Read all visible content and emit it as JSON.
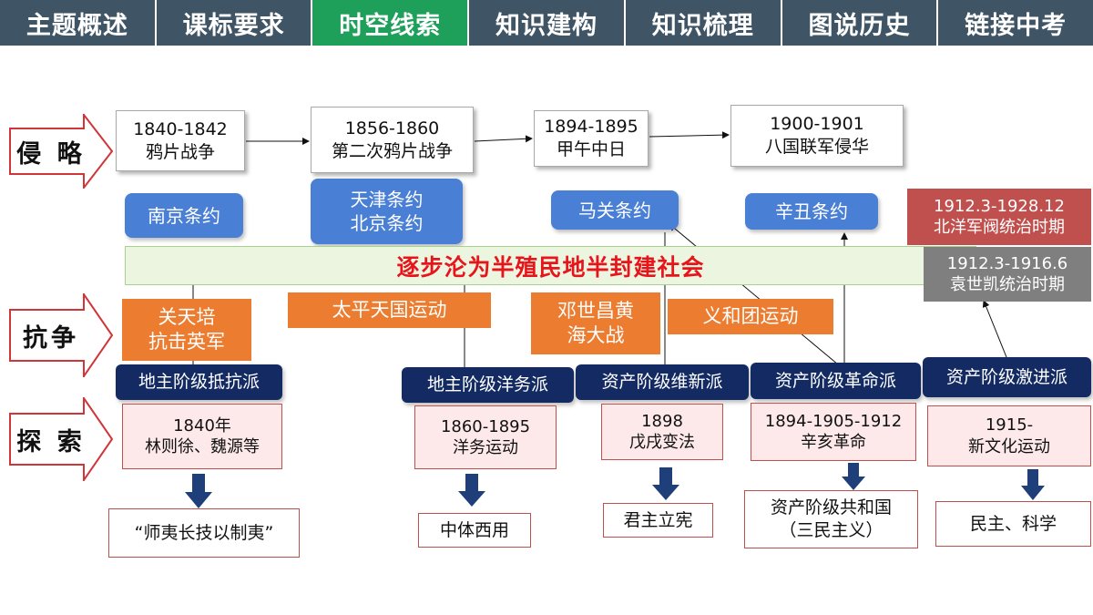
{
  "nav": {
    "tabs": [
      "主题概述",
      "课标要求",
      "时空线索",
      "知识建构",
      "知识梳理",
      "图说历史",
      "链接中考"
    ],
    "active_index": 2
  },
  "rows": {
    "invasion": "侵 略",
    "resistance": "抗争",
    "exploration": "探 索"
  },
  "invasions": [
    {
      "years": "1840-1842",
      "name": "鸦片战争"
    },
    {
      "years": "1856-1860",
      "name": "第二次鸦片战争"
    },
    {
      "years": "1894-1895",
      "name": "甲午中日"
    },
    {
      "years": "1900-1901",
      "name": "八国联军侵华"
    }
  ],
  "treaties": [
    {
      "line1": "南京条约"
    },
    {
      "line1": "天津条约",
      "line2": "北京条约"
    },
    {
      "line1": "马关条约"
    },
    {
      "line1": "辛丑条约"
    }
  ],
  "society_band": "逐步沦为半殖民地半封建社会",
  "periods": {
    "beiyang": {
      "dates": "1912.3-1928.12",
      "name": "北洋军阀统治时期"
    },
    "yuan": {
      "dates": "1912.3-1916.6",
      "name": "袁世凯统治时期"
    }
  },
  "struggles": [
    {
      "line1": "关天培",
      "line2": "抗击英军"
    },
    {
      "line1": "太平天国运动"
    },
    {
      "line1": "邓世昌黄",
      "line2": "海大战"
    },
    {
      "line1": "义和团运动"
    }
  ],
  "factions": [
    "地主阶级抵抗派",
    "地主阶级洋务派",
    "资产阶级维新派",
    "资产阶级革命派",
    "资产阶级激进派"
  ],
  "explorations": [
    {
      "line1": "1840年",
      "line2": "林则徐、魏源等"
    },
    {
      "line1": "1860-1895",
      "line2": "洋务运动"
    },
    {
      "line1": "1898",
      "line2": "戊戌变法"
    },
    {
      "line1": "1894-1905-1912",
      "line2": "辛亥革命"
    },
    {
      "line1": "1915-",
      "line2": "新文化运动"
    }
  ],
  "outcomes": [
    {
      "line1": "“师夷长技以制夷”"
    },
    {
      "line1": "中体西用"
    },
    {
      "line1": "君主立宪"
    },
    {
      "line1": "资产阶级共和国",
      "line2": "（三民主义）"
    },
    {
      "line1": "民主、科学"
    }
  ],
  "colors": {
    "nav_bg": "#3f5566",
    "nav_active": "#1fa05a",
    "treaty": "#4a7fd6",
    "struggle": "#ec7c30",
    "faction": "#132a63",
    "exploration_fill": "#fde9ea",
    "border_red": "#c0504d",
    "band_text": "#e8141b",
    "band_fill": "#ebf5df",
    "beiyang": "#c0504d",
    "yuan": "#7f7f7f",
    "down_arrow": "#1f3f7a"
  }
}
